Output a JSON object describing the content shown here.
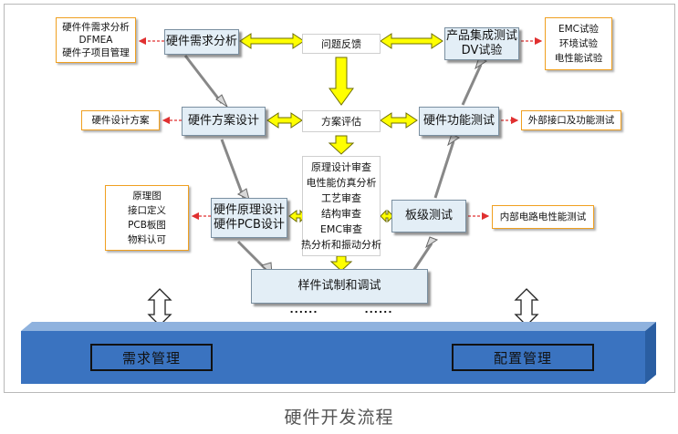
{
  "caption": "硬件开发流程",
  "center": {
    "issue_feedback": "问题反馈",
    "plan_review": "方案评估",
    "review_lines": [
      "原理设计审查",
      "电性能仿真分析",
      "工艺审查",
      "结构审查",
      "EMC审查",
      "热分析和振动分析"
    ]
  },
  "left": {
    "requirement_analysis": "硬件需求分析",
    "plan_design": "硬件方案设计",
    "schematic_lines": [
      "硬件原理设计",
      "硬件PCB设计"
    ]
  },
  "right": {
    "product_test_lines": [
      "产品集成测试",
      "DV试验"
    ],
    "function_test": "硬件功能测试",
    "board_test": "板级测试"
  },
  "bottom": {
    "sample_debug": "样件试制和调试",
    "dots_left": "......",
    "dots_right": "......",
    "requirement_mgmt": "需求管理",
    "config_mgmt": "配置管理"
  },
  "notes": {
    "req_lines": [
      "硬件件需求分析",
      "DFMEA",
      "硬件子项目管理"
    ],
    "plan_note": "硬件设计方案",
    "schematic_note_lines": [
      "原理图",
      "接口定义",
      "PCB板图",
      "物料认可"
    ],
    "dv_note_lines": [
      "EMC试验",
      "环境试验",
      "电性能试验"
    ],
    "func_note": "外部接口及功能测试",
    "board_note": "内部电路电性能测试"
  },
  "colors": {
    "arrow_yellow": "#ffff00",
    "arrow_outline": "#6d6d00",
    "box_fill": "#e3eef6",
    "base_blue": "#2f6ab7",
    "note_border": "#f0a020",
    "dashed_arrow": "#e03030"
  }
}
